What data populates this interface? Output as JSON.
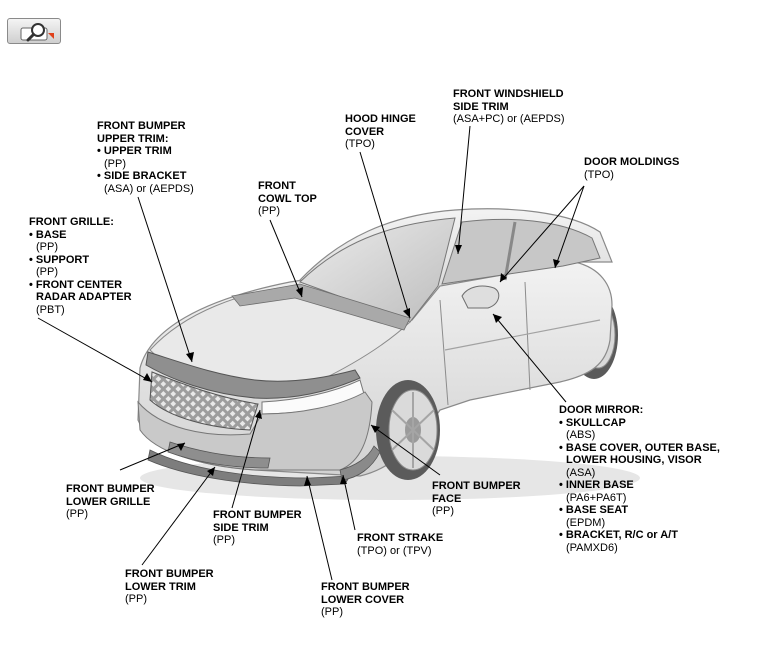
{
  "toolbar": {
    "zoom_icon": "magnifier-zoom-icon"
  },
  "labels": {
    "bumper_upper_trim": {
      "title1": "FRONT BUMPER",
      "title2": "UPPER TRIM:",
      "i1": "• UPPER TRIM",
      "i1m": "(PP)",
      "i2": "• SIDE BRACKET",
      "i2m": "(ASA) or (AEPDS)"
    },
    "grille": {
      "title": "FRONT GRILLE:",
      "i1": "• BASE",
      "i1m": "(PP)",
      "i2": "• SUPPORT",
      "i2m": "(PP)",
      "i3a": "• FRONT CENTER",
      "i3b": "RADAR ADAPTER",
      "i3m": "(PBT)"
    },
    "cowl_top": {
      "t1": "FRONT",
      "t2": "COWL TOP",
      "m": "(PP)"
    },
    "hood_hinge": {
      "t1": "HOOD HINGE",
      "t2": "COVER",
      "m": "(TPO)"
    },
    "windshield_trim": {
      "t1": "FRONT WINDSHIELD",
      "t2": "SIDE TRIM",
      "m": "(ASA+PC) or (AEPDS)"
    },
    "door_moldings": {
      "t1": "DOOR MOLDINGS",
      "m": "(TPO)"
    },
    "door_mirror": {
      "title": "DOOR MIRROR:",
      "i1": "• SKULLCAP",
      "i1m": "(ABS)",
      "i2a": "• BASE COVER, OUTER BASE,",
      "i2b": "LOWER HOUSING, VISOR",
      "i2m": "(ASA)",
      "i3": "• INNER BASE",
      "i3m": "(PA6+PA6T)",
      "i4": "• BASE SEAT",
      "i4m": "(EPDM)",
      "i5": "• BRACKET, R/C or A/T",
      "i5m": "(PAMXD6)"
    },
    "lower_grille": {
      "t1": "FRONT BUMPER",
      "t2": "LOWER GRILLE",
      "m": "(PP)"
    },
    "bumper_face": {
      "t1": "FRONT BUMPER",
      "t2": "FACE",
      "m": "(PP)"
    },
    "side_trim": {
      "t1": "FRONT BUMPER",
      "t2": "SIDE TRIM",
      "m": "(PP)"
    },
    "strake": {
      "t1": "FRONT STRAKE",
      "m": "(TPO) or (TPV)"
    },
    "lower_trim": {
      "t1": "FRONT BUMPER",
      "t2": "LOWER TRIM",
      "m": "(PP)"
    },
    "lower_cover": {
      "t1": "FRONT BUMPER",
      "t2": "LOWER COVER",
      "m": "(PP)"
    }
  }
}
